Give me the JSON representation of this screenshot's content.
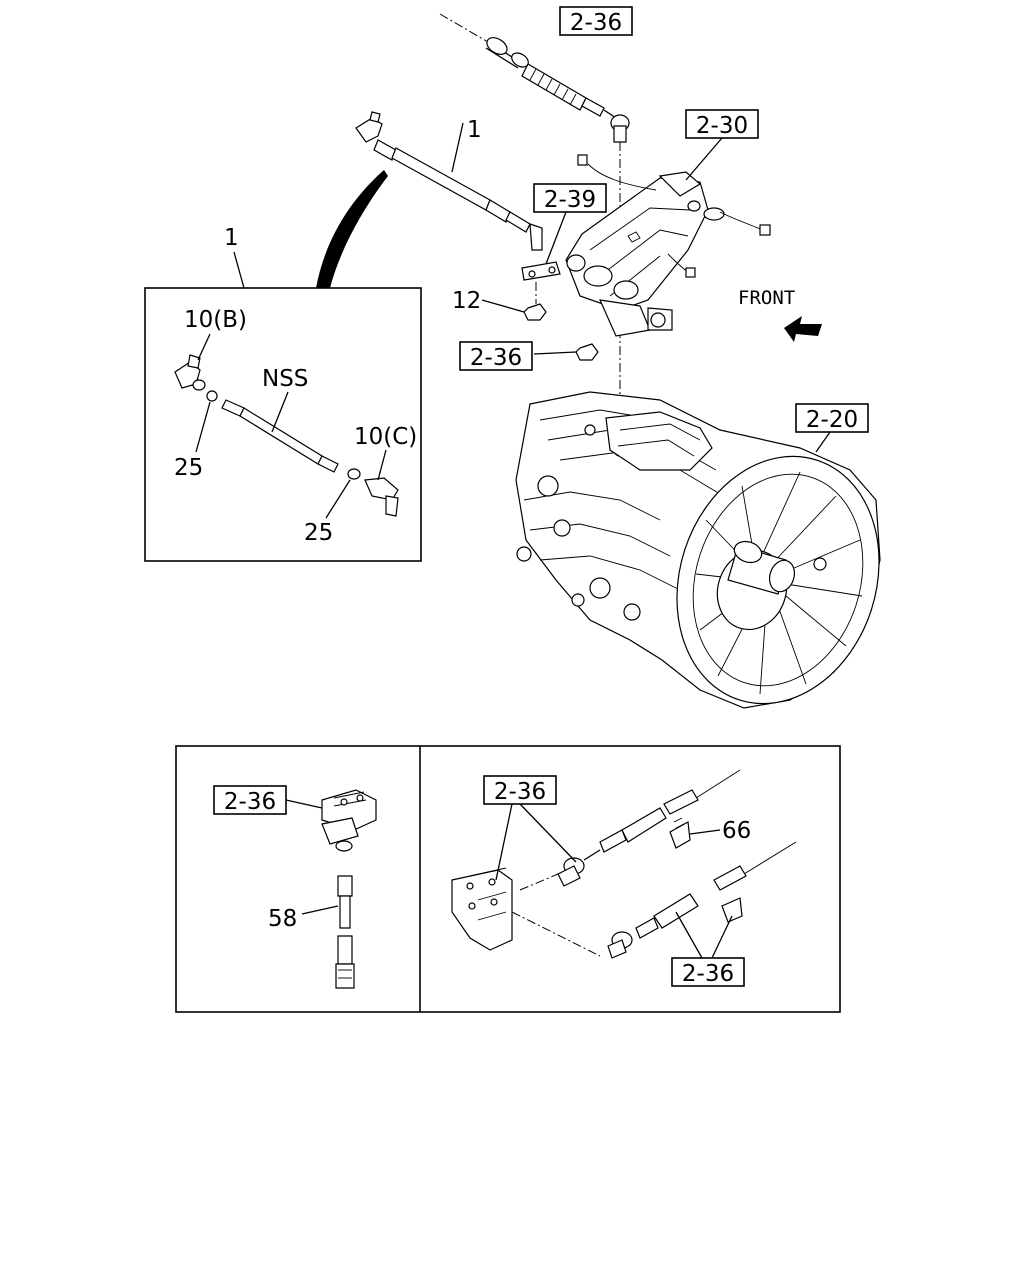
{
  "refs": {
    "cable_top": "2-36",
    "bracket_top": "2-30",
    "lever": "2-39",
    "nut_ref": "2-36",
    "transmission": "2-20",
    "detail_left": "2-36",
    "detail_right_top": "2-36",
    "detail_right_bottom": "2-36"
  },
  "labels": {
    "rod_main": "1",
    "inset_title": "1",
    "end_b": "10(B)",
    "nss": "NSS",
    "end_c": "10(C)",
    "nut_b": "25",
    "nut_c": "25",
    "nut_12": "12",
    "front": "FRONT",
    "part_58": "58",
    "part_66": "66"
  }
}
